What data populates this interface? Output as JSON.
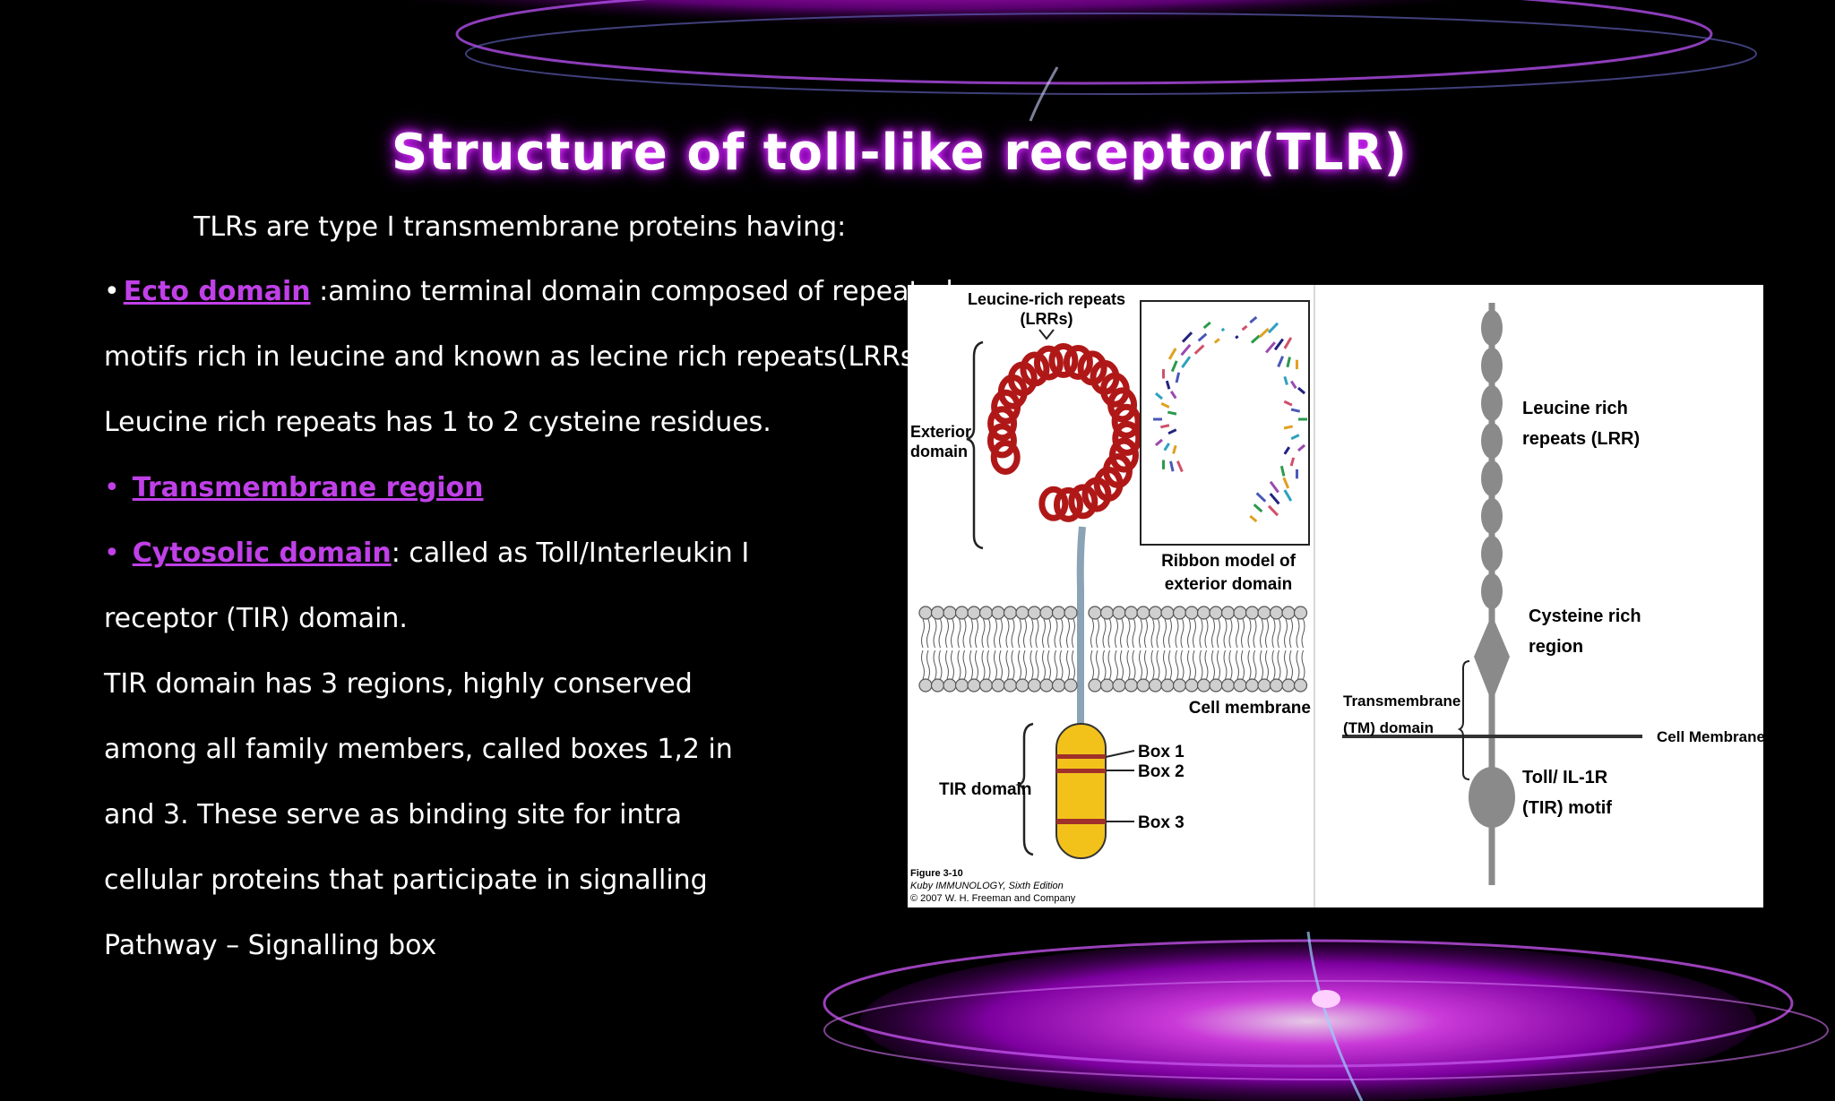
{
  "slide": {
    "title": "Structure of toll-like receptor(TLR)",
    "intro": "TLRs are type I transmembrane proteins having:",
    "ecto_link": "Ecto domain",
    "ecto_text": " :amino terminal domain composed of repeated",
    "line_motifs": "motifs rich in leucine and  known as lecine rich repeats(LRRs).",
    "line_cysteine": "Leucine rich repeats has 1 to 2 cysteine residues.",
    "transmembrane_link": "Transmembrane  region",
    "cytosolic_link": "Cytosolic  domain",
    "cytosolic_text": ": called as Toll/Interleukin I",
    "line_tir": "receptor (TIR) domain.",
    "line_tir_regions": "TIR domain has 3 regions, highly conserved",
    "line_among": "among all family members, called boxes 1,2 in",
    "line_and3": "and 3. These serve as binding site for intra",
    "line_cellular": "cellular proteins that participate in signalling",
    "line_pathway": "Pathway – Signalling box"
  },
  "figure_left": {
    "lrr_label_1": "Leucine-rich repeats",
    "lrr_label_2": "(LRRs)",
    "exterior_1": "Exterior",
    "exterior_2": "domain",
    "ribbon_1": "Ribbon model of",
    "ribbon_2": "exterior domain",
    "cell_membrane": "Cell membrane",
    "tir_domain": "TIR domain",
    "box1": "Box 1",
    "box2": "Box 2",
    "box3": "Box 3",
    "caption_1": "Figure 3-10",
    "caption_2": "Kuby IMMUNOLOGY, Sixth Edition",
    "caption_3": "© 2007 W. H. Freeman and Company"
  },
  "figure_right": {
    "lrr_1": "Leucine rich",
    "lrr_2": "repeats (LRR)",
    "cys_1": "Cysteine rich",
    "cys_2": "region",
    "tm_1": "Transmembrane",
    "tm_2": "(TM) domain",
    "cell_membrane": "Cell Membrane",
    "tir_1": "Toll/ IL-1R",
    "tir_2": "(TIR) motif"
  },
  "colors": {
    "accent": "#c040e8",
    "helix": "#b01818",
    "tir_box": "#f2c21b",
    "receptor_grey": "#8a8a8a"
  }
}
